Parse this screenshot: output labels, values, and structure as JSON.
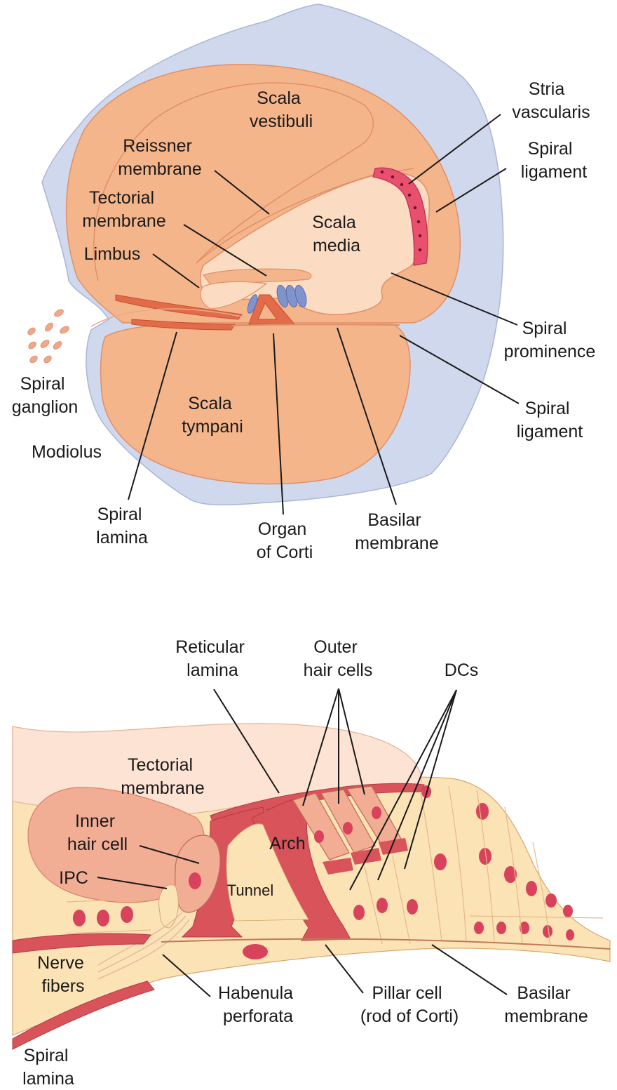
{
  "top_labels": {
    "scala_vestibuli": [
      "Scala",
      "vestibuli"
    ],
    "stria_vascularis": [
      "Stria",
      "vascularis"
    ],
    "spiral_ligament_upper": [
      "Spiral",
      "ligament"
    ],
    "reissner_membrane": [
      "Reissner",
      "membrane"
    ],
    "tectorial_membrane": [
      "Tectorial",
      "membrane"
    ],
    "scala_media": [
      "Scala",
      "media"
    ],
    "limbus": "Limbus",
    "spiral_prominence": [
      "Spiral",
      "prominence"
    ],
    "spiral_ligament_lower": [
      "Spiral",
      "ligament"
    ],
    "spiral_ganglion": [
      "Spiral",
      "ganglion"
    ],
    "scala_tympani": [
      "Scala",
      "tympani"
    ],
    "modiolus": "Modiolus",
    "spiral_lamina": [
      "Spiral",
      "lamina"
    ],
    "organ_of_corti": [
      "Organ",
      "of Corti"
    ],
    "basilar_membrane": [
      "Basilar",
      "membrane"
    ]
  },
  "bottom_labels": {
    "reticular_lamina": [
      "Reticular",
      "lamina"
    ],
    "outer_hair_cells": [
      "Outer",
      "hair cells"
    ],
    "dcs": "DCs",
    "tectorial_membrane": [
      "Tectorial",
      "membrane"
    ],
    "inner_hair_cell": [
      "Inner",
      "hair cell"
    ],
    "arch": "Arch",
    "ipc": "IPC",
    "tunnel": "Tunnel",
    "nerve_fibers": [
      "Nerve",
      "fibers"
    ],
    "habenula_perforata": [
      "Habenula",
      "perforata"
    ],
    "pillar_cell": [
      "Pillar cell",
      "(rod of Corti)"
    ],
    "basilar_membrane": [
      "Basilar",
      "membrane"
    ],
    "spiral_lamina": [
      "Spiral",
      "lamina"
    ]
  },
  "colors": {
    "bone": "#cfd8ec",
    "perilymph": "#f5b58b",
    "endolymph": "#fbdcc2",
    "stria": "#e8506e",
    "hair_cell_blue": "#7f93cc",
    "support_cream": "#fbe3b6",
    "pillar_red": "#d9535a",
    "nucleus": "#d8425a"
  }
}
